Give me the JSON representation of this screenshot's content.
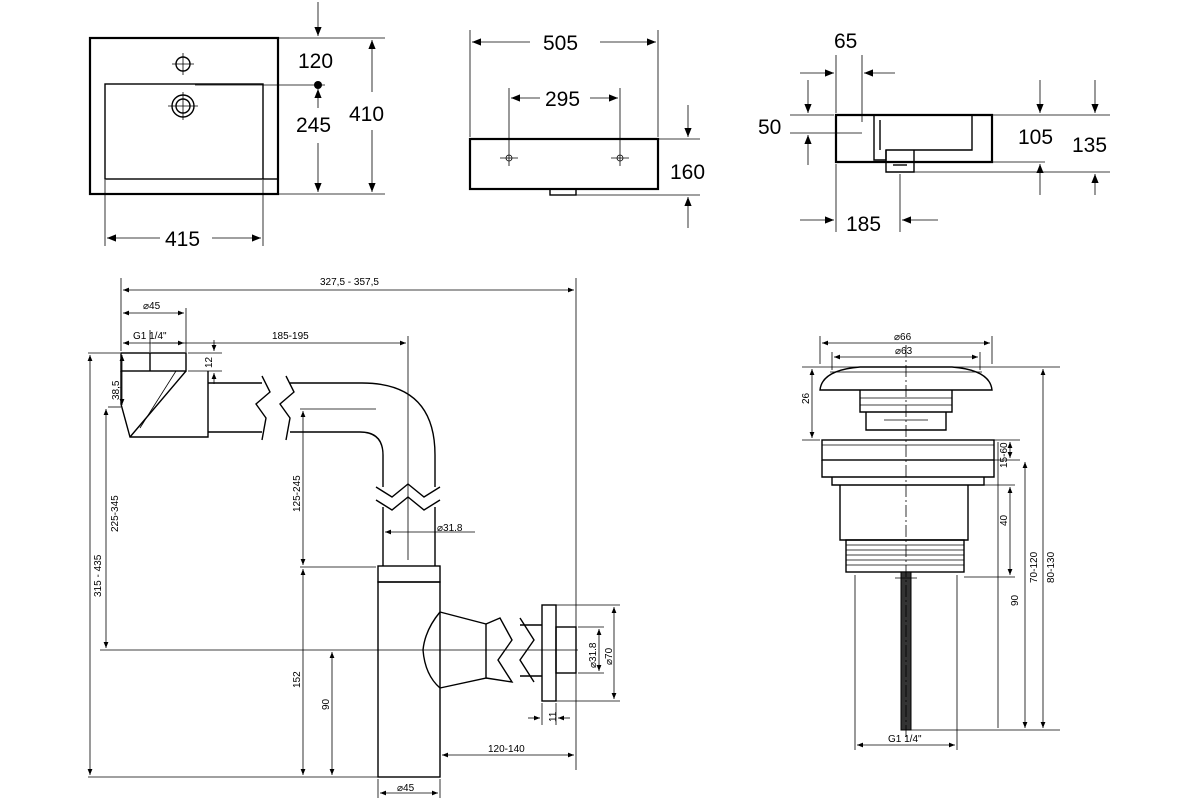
{
  "basin_top_view": {
    "d_120": "120",
    "d_245": "245",
    "d_410": "410",
    "d_415": "415"
  },
  "basin_front_view": {
    "d_505": "505",
    "d_295": "295",
    "d_160": "160"
  },
  "basin_side_view": {
    "d_65": "65",
    "d_50": "50",
    "d_105": "105",
    "d_135": "135",
    "d_185": "185"
  },
  "siphon": {
    "d_overall": "327,5 - 357,5",
    "d_dia45_top": "⌀45",
    "d_thread": "G1 1/4\"",
    "d_185_195": "185-195",
    "d_12": "12",
    "d_38_5": "38,5",
    "d_225_345": "225-345",
    "d_315_435": "315 - 435",
    "d_125_245": "125-245",
    "d_dia31_8_a": "⌀31.8",
    "d_152": "152",
    "d_90": "90",
    "d_dia31_8_b": "⌀31.8",
    "d_dia70": "⌀70",
    "d_11": "11",
    "d_120_140": "120-140",
    "d_dia45_bottom": "⌀45"
  },
  "drain_valve": {
    "d_dia66": "⌀66",
    "d_dia63": "⌀63",
    "d_26": "26",
    "d_15_60": "15-60",
    "d_40": "40",
    "d_90": "90",
    "d_70_120": "70-120",
    "d_80_130": "80-130",
    "d_thread": "G1 1/4\""
  }
}
